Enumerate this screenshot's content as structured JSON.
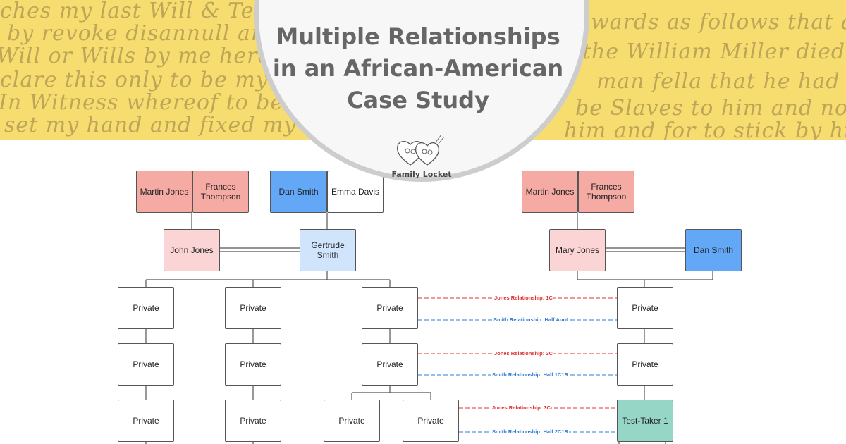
{
  "banner": {
    "script_lines": [
      "ches my last Will & Testament",
      "by revoke disannull and de",
      "Will or Wills by me heretofore",
      "clare this only to be my last",
      "In Witness whereof to be made",
      "set my hand and fixed my seal",
      "wards as follows that about",
      "the William Miller died that h",
      "man fella that he had alwa",
      "be Slaves to him and not to be",
      "him and for to stick by him let"
    ]
  },
  "title": "Multiple Relationships in an African-American Case Study",
  "logo": {
    "icon": "heart-locket-icon",
    "text": "Family Locket"
  },
  "tree": {
    "left": {
      "grandparents_jones": [
        "Martin Jones",
        "Frances Thompson"
      ],
      "grandparents_smith": [
        "Dan Smith",
        "Emma Davis"
      ],
      "parent_jones": "John Jones",
      "parent_smith": "Gertrude Smith",
      "gen1": [
        "Private",
        "Private",
        "Private"
      ],
      "gen2": [
        "Private",
        "Private",
        "Private"
      ],
      "gen3": [
        "Private",
        "Private",
        "Private",
        "Private"
      ]
    },
    "right": {
      "grandparents_jones": [
        "Martin Jones",
        "Frances Thompson"
      ],
      "parent_jones": "Mary Jones",
      "parent_smith": "Dan Smith",
      "gen1": "Private",
      "gen2": "Private",
      "gen3": "Test-Taker 1"
    },
    "relationships": [
      {
        "jones": "Jones Relationship: 1C",
        "smith": "Smith Relationship: Half Aunt"
      },
      {
        "jones": "Jones Relationship: 2C",
        "smith": "Smith Relationship: Half 1C1R"
      },
      {
        "jones": "Jones Relationship: 3C",
        "smith": "Smith Relationship: Half 2C1R"
      }
    ]
  },
  "colors": {
    "banner": "#f7dc70",
    "jones_grandparent": "#f6aaa4",
    "jones_parent": "#fbd5d5",
    "smith_grandparent": "#63a7f7",
    "smith_parent": "#d0e4fb",
    "test_taker": "#96d6c7",
    "jones_line": "#e03030",
    "smith_line": "#2f7bd3",
    "title": "#666666"
  }
}
